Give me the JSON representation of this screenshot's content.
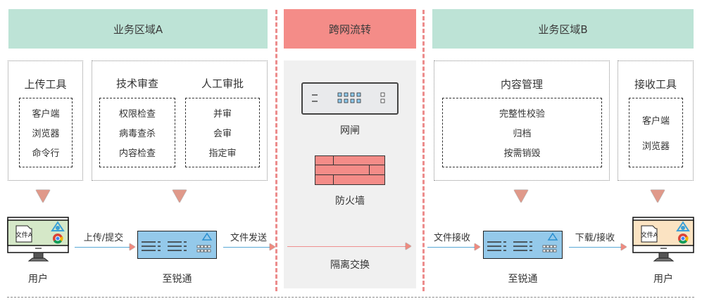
{
  "zones": {
    "a": {
      "title": "业务区域A"
    },
    "transfer": {
      "title": "跨网流转"
    },
    "b": {
      "title": "业务区域B"
    }
  },
  "zone_a": {
    "upload_tools": {
      "title": "上传工具",
      "items": [
        "客户端",
        "浏览器",
        "命令行"
      ]
    },
    "tech_review": {
      "title": "技术审查",
      "items": [
        "权限检查",
        "病毒查杀",
        "内容检查"
      ]
    },
    "manual_approval": {
      "title": "人工审批",
      "items": [
        "并审",
        "会审",
        "指定审"
      ]
    },
    "user": {
      "label": "用户",
      "file_label": "文件A"
    },
    "upload_edge": "上传/提交",
    "device": {
      "label": "至锐通"
    },
    "send_edge": "文件发送"
  },
  "transfer": {
    "gatekeeper": {
      "label": "网闸"
    },
    "firewall": {
      "label": "防火墙"
    },
    "exchange": {
      "label": "隔离交换"
    }
  },
  "zone_b": {
    "content_mgmt": {
      "title": "内容管理",
      "items": [
        "完整性校验",
        "归档",
        "按需销毁"
      ]
    },
    "receive_tools": {
      "title": "接收工具",
      "items": [
        "客户端",
        "浏览器"
      ]
    },
    "receive_edge": "文件接收",
    "device": {
      "label": "至锐通"
    },
    "download_edge": "下载/接收",
    "user": {
      "label": "用户",
      "file_label": "文件A"
    }
  },
  "colors": {
    "zone_banner": "#bde3d6",
    "transfer_banner": "#f48c88",
    "separator": "#ec8c8c",
    "device_fill": "#94c9ea",
    "user_a_screen": "#d5e8c8",
    "user_b_screen": "#fbe3c2",
    "flow_line": "#5aa9d6",
    "triangle": "#e0998a"
  }
}
